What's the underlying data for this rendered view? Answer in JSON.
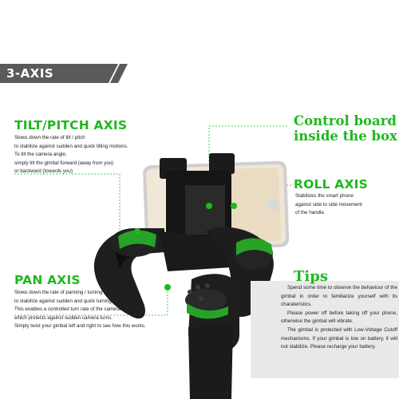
{
  "banner": {
    "title": "3-AXIS FUNCTION"
  },
  "tilt": {
    "title": "TILT/PITCH AXIS",
    "lines": [
      "Slows down the rate of tilt / pitch",
      "to stabilize against sudden and quick tilting motions.",
      "To tilt the camera angle,",
      "simply tilt the gimbal forward (away from you)",
      "or backward (towards you)"
    ]
  },
  "control_board": {
    "line1": "Control board",
    "line2": "inside the box"
  },
  "roll": {
    "title": "ROLL AXIS",
    "lines": [
      "Stabilizes the smart phone",
      "against side to side movement",
      "of the handle."
    ]
  },
  "pan": {
    "title": "PAN AXIS",
    "lines": [
      "Slows down the rate of panning / turning",
      "to stabilize against sudden and quick turning.",
      "This enables a controlled turn rate of the camera",
      "which protects against sudden camera turns.",
      "Simply twist your gimbal left and right to see how this works."
    ]
  },
  "tips": {
    "title": "Tips",
    "paragraphs": [
      "Spend some time to observe the behaviour of the gimbal in order to familiarize yourself with its charateristics.",
      "Please power off before taking off your phone, otherwise the gimbal will vibrate.",
      "The gimbal is protected with Low-Voltage Cutoff mechanisms. If your gimbal is low on battery, it will not stabilize. Please recharge your battery."
    ]
  },
  "colors": {
    "accent": "#1fb81f",
    "banner_bg": "#5a5a5a",
    "tips_bg": "#e9e9e9",
    "text": "#222222"
  }
}
